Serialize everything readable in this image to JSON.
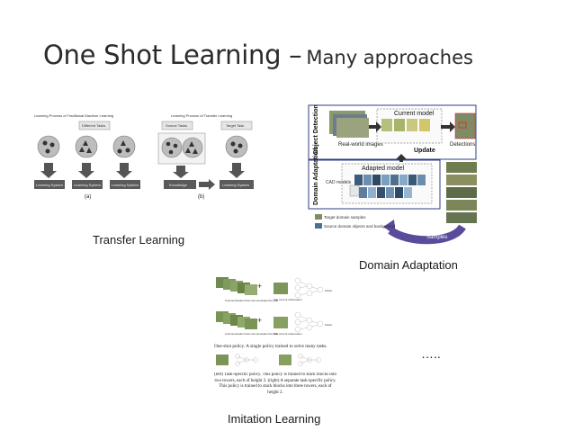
{
  "slide": {
    "title": "One Shot Learning –",
    "subtitle": "Many approaches"
  },
  "captions": {
    "transfer": "Transfer Learning",
    "domain": "Domain Adaptation",
    "imitation": "Imitation Learning",
    "more": "….."
  },
  "transfer_fig": {
    "left_title": "Learning Process of Traditional Machine Learning",
    "right_title": "Learning Process of Transfer Learning",
    "different_tasks": "Different Tasks",
    "source_tasks": "Source Tasks",
    "target_task": "Target Task",
    "learning_system": "Learning System",
    "knowledge": "Knowledge",
    "panel_a": "(a)",
    "panel_b": "(b)"
  },
  "domain_fig": {
    "object_detection": "Object Detection",
    "domain_adaptation": "Domain Adaptation",
    "current_model": "Current model",
    "real_world_images": "Real-world images",
    "update": "Update",
    "detections": "Detections",
    "adapted_model": "Adapted model",
    "cad_models": "CAD models",
    "samples": "Samples",
    "legend_target": "Target domain samples",
    "legend_source": "Source domain objects and background"
  },
  "imitation_fig": {
    "row1_left": "A demonstration that communicates the task",
    "row1_right": "The current observation",
    "row2_left": "A demonstration that communicates the task",
    "row2_right": "The current observation",
    "action": "Action",
    "heading": "One-shot policy. A single policy trained to solve many tasks.",
    "caption": "(left) Task-specific policy. This policy is trained to stack blocks into two towers, each of height 3. (right) A separate task-specific policy. This policy is trained to stack blocks into three towers, each of height 2."
  }
}
